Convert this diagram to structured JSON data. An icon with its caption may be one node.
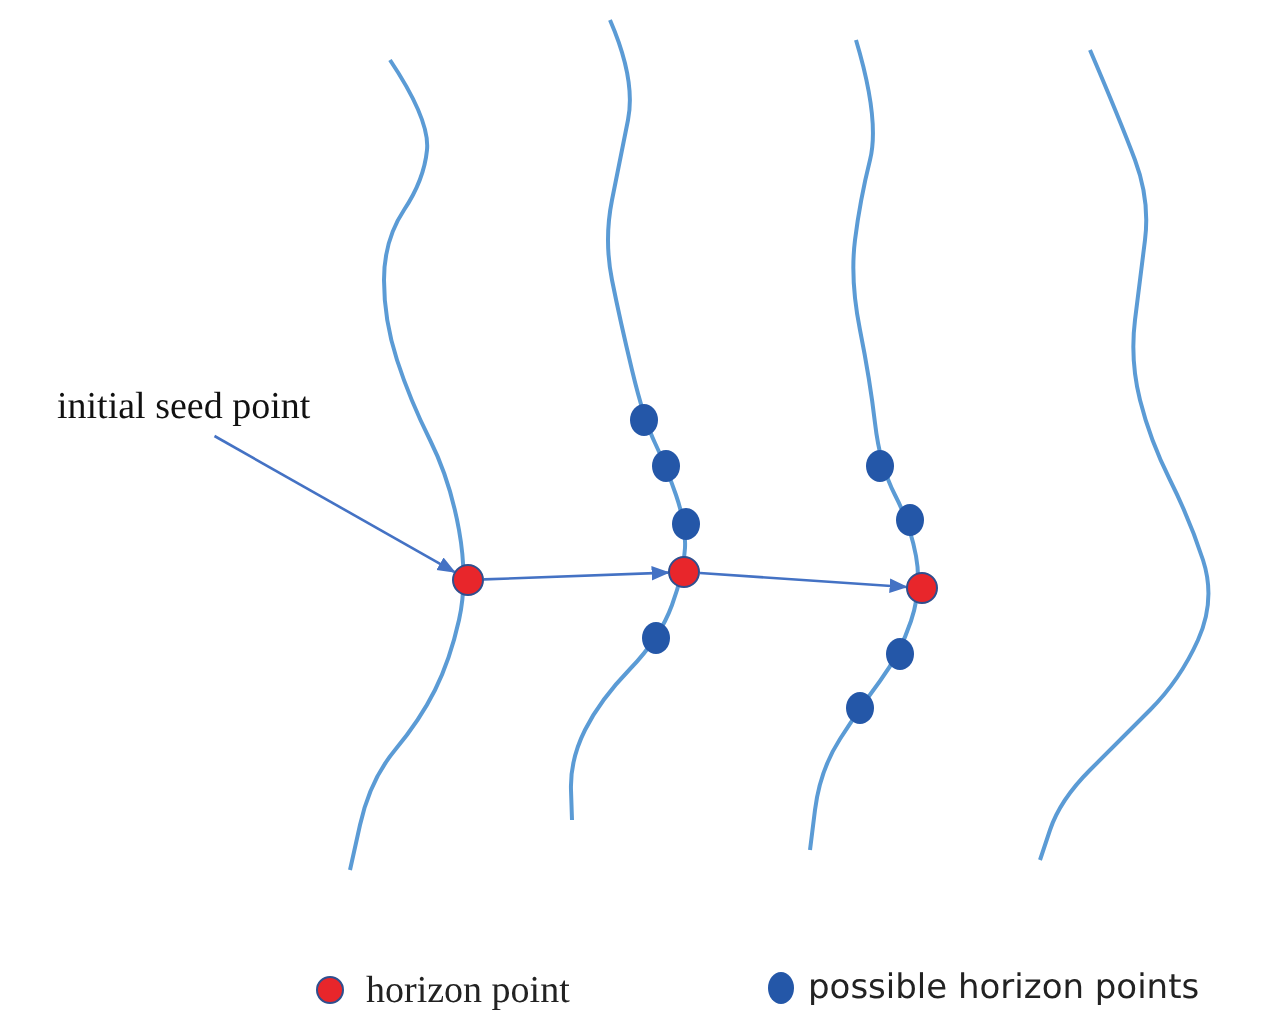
{
  "diagram": {
    "nodes": [
      {
        "text": [
          "initial seed point"
        ]
      },
      {
        "text": [],
        "shape": "circle"
      },
      {
        "text": [],
        "shape": "circle"
      },
      {
        "text": [],
        "shape": "circle"
      },
      {
        "text": [],
        "shape": "circle"
      },
      {
        "text": [],
        "shape": "circle"
      },
      {
        "text": [],
        "shape": "circle"
      },
      {
        "text": [],
        "shape": "circle"
      },
      {
        "text": [],
        "shape": "circle"
      },
      {
        "text": [],
        "shape": "circle"
      },
      {
        "text": [],
        "shape": "circle"
      },
      {
        "text": [],
        "shape": "circle"
      }
    ],
    "edges": [
      {
        "from": 0,
        "to": 1,
        "arrow": "to"
      },
      {
        "from": 1,
        "to": 2,
        "arrow": "to"
      },
      {
        "from": 2,
        "to": 3,
        "arrow": "to"
      }
    ],
    "legend": [
      {
        "text": "horizon point",
        "color": "#e8262b"
      },
      {
        "text": "possible horizon points",
        "color": "#2457a8"
      }
    ]
  }
}
